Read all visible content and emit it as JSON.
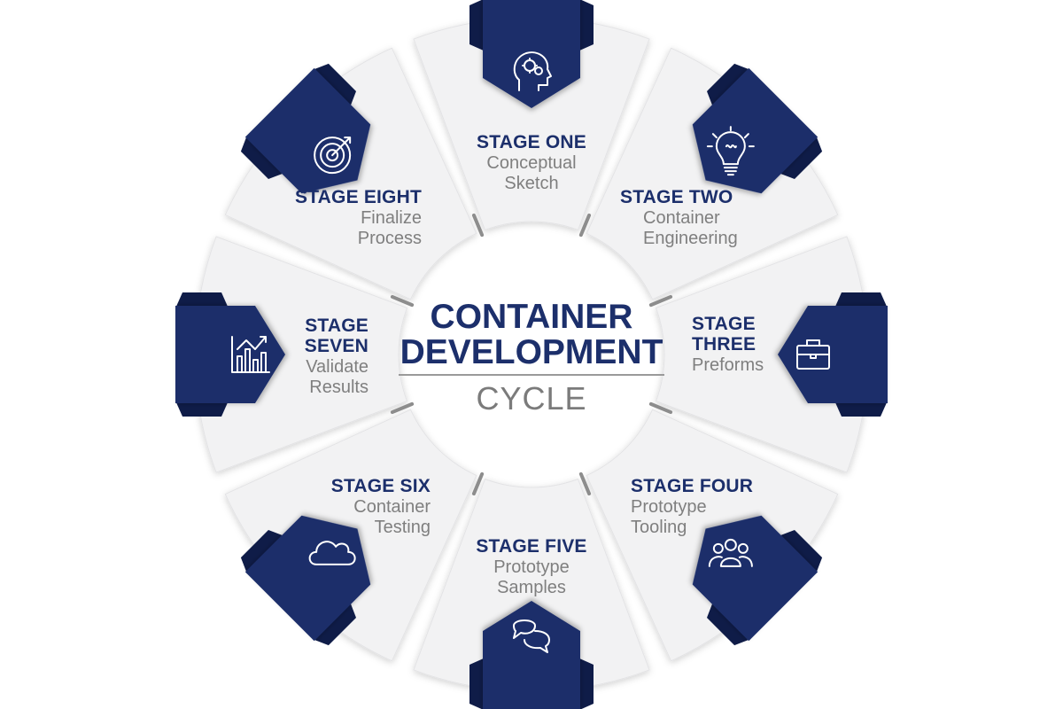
{
  "title": {
    "line1": "CONTAINER",
    "line2": "DEVELOPMENT",
    "line3": "CYCLE"
  },
  "stages": [
    {
      "title": "STAGE ONE",
      "desc": [
        "Conceptual",
        "Sketch"
      ],
      "icon": "head-gears-icon"
    },
    {
      "title": "STAGE TWO",
      "desc": [
        "Container",
        "Engineering"
      ],
      "icon": "lightbulb-icon"
    },
    {
      "title": "STAGE THREE",
      "title_lines": [
        "STAGE",
        "THREE"
      ],
      "desc": [
        "Preforms"
      ],
      "icon": "briefcase-icon"
    },
    {
      "title": "STAGE FOUR",
      "desc": [
        "Prototype",
        "Tooling"
      ],
      "icon": "people-group-icon"
    },
    {
      "title": "STAGE FIVE",
      "desc": [
        "Prototype",
        "Samples"
      ],
      "icon": "chat-bubbles-icon"
    },
    {
      "title": "STAGE SIX",
      "desc": [
        "Container",
        "Testing"
      ],
      "icon": "cloud-icon"
    },
    {
      "title": "STAGE SEVEN",
      "title_lines": [
        "STAGE",
        "SEVEN"
      ],
      "desc": [
        "Validate",
        "Results"
      ],
      "icon": "bar-chart-icon"
    },
    {
      "title": "STAGE EIGHT",
      "desc": [
        "Finalize",
        "Process"
      ],
      "icon": "target-icon"
    }
  ],
  "colors": {
    "navy": "#1c2f6b",
    "navy_dark": "#0f1c48",
    "segment": "#f2f2f3",
    "text_gray": "#7f7f7f"
  }
}
